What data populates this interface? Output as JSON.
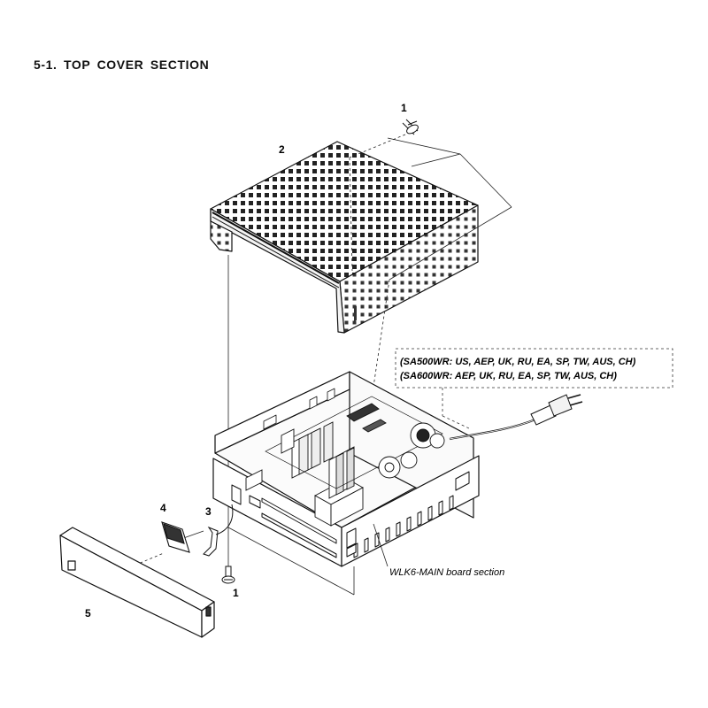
{
  "title": "5-1.   TOP COVER SECTION",
  "callouts": {
    "screw_top": "1",
    "top_cover": "2",
    "flex_cable": "3",
    "small_board": "4",
    "front_panel": "5",
    "screw_bottom": "1"
  },
  "notes": {
    "sa500wr": "(SA500WR: US, AEP, UK, RU, EA, SP, TW, AUS, CH)",
    "sa600wr": "(SA600WR: AEP, UK, RU, EA, SP, TW, AUS, CH)"
  },
  "section_label": "WLK6-MAIN board section"
}
